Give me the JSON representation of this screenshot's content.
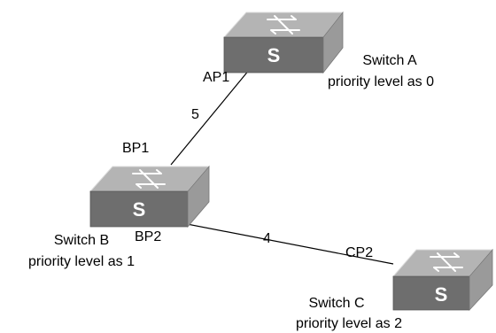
{
  "switches": {
    "a": {
      "name": "Switch A",
      "priority": "priority level as 0",
      "badge": "S"
    },
    "b": {
      "name": "Switch B",
      "priority": "priority level as 1",
      "badge": "S"
    },
    "c": {
      "name": "Switch C",
      "priority": "priority level as 2",
      "badge": "S"
    }
  },
  "ports": {
    "ap1": "AP1",
    "bp1": "BP1",
    "bp2": "BP2",
    "cp2": "CP2"
  },
  "links": {
    "ab_cost": "5",
    "bc_cost": "4"
  },
  "colors": {
    "switch_top": "#b4b4b4",
    "switch_front": "#6e6e6e",
    "switch_side": "#9a9a9a",
    "switch_top_edge": "#dcdcdc",
    "line": "#000000",
    "badge": "#ffffff"
  }
}
